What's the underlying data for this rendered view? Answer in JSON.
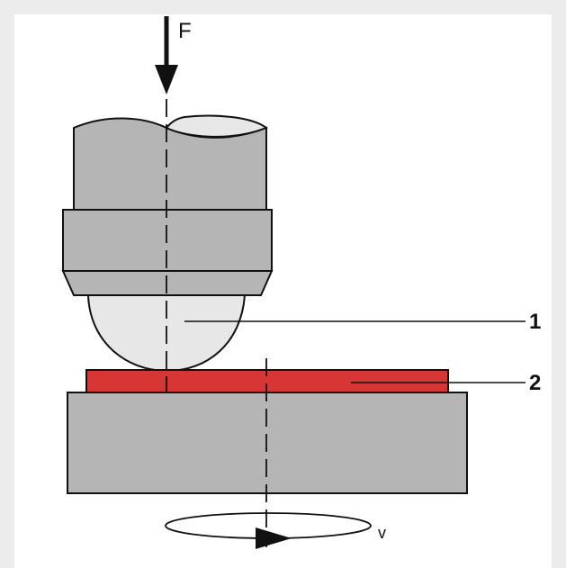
{
  "diagram": {
    "force_label": "F",
    "velocity_label": "v",
    "callout_1": "1",
    "callout_2": "2"
  },
  "colors": {
    "background": "#ececec",
    "panel": "#ffffff",
    "tool_gray": "#b5b5b5",
    "ball": "#e7e7e7",
    "workpiece": "#d83535",
    "outline": "#111111"
  }
}
